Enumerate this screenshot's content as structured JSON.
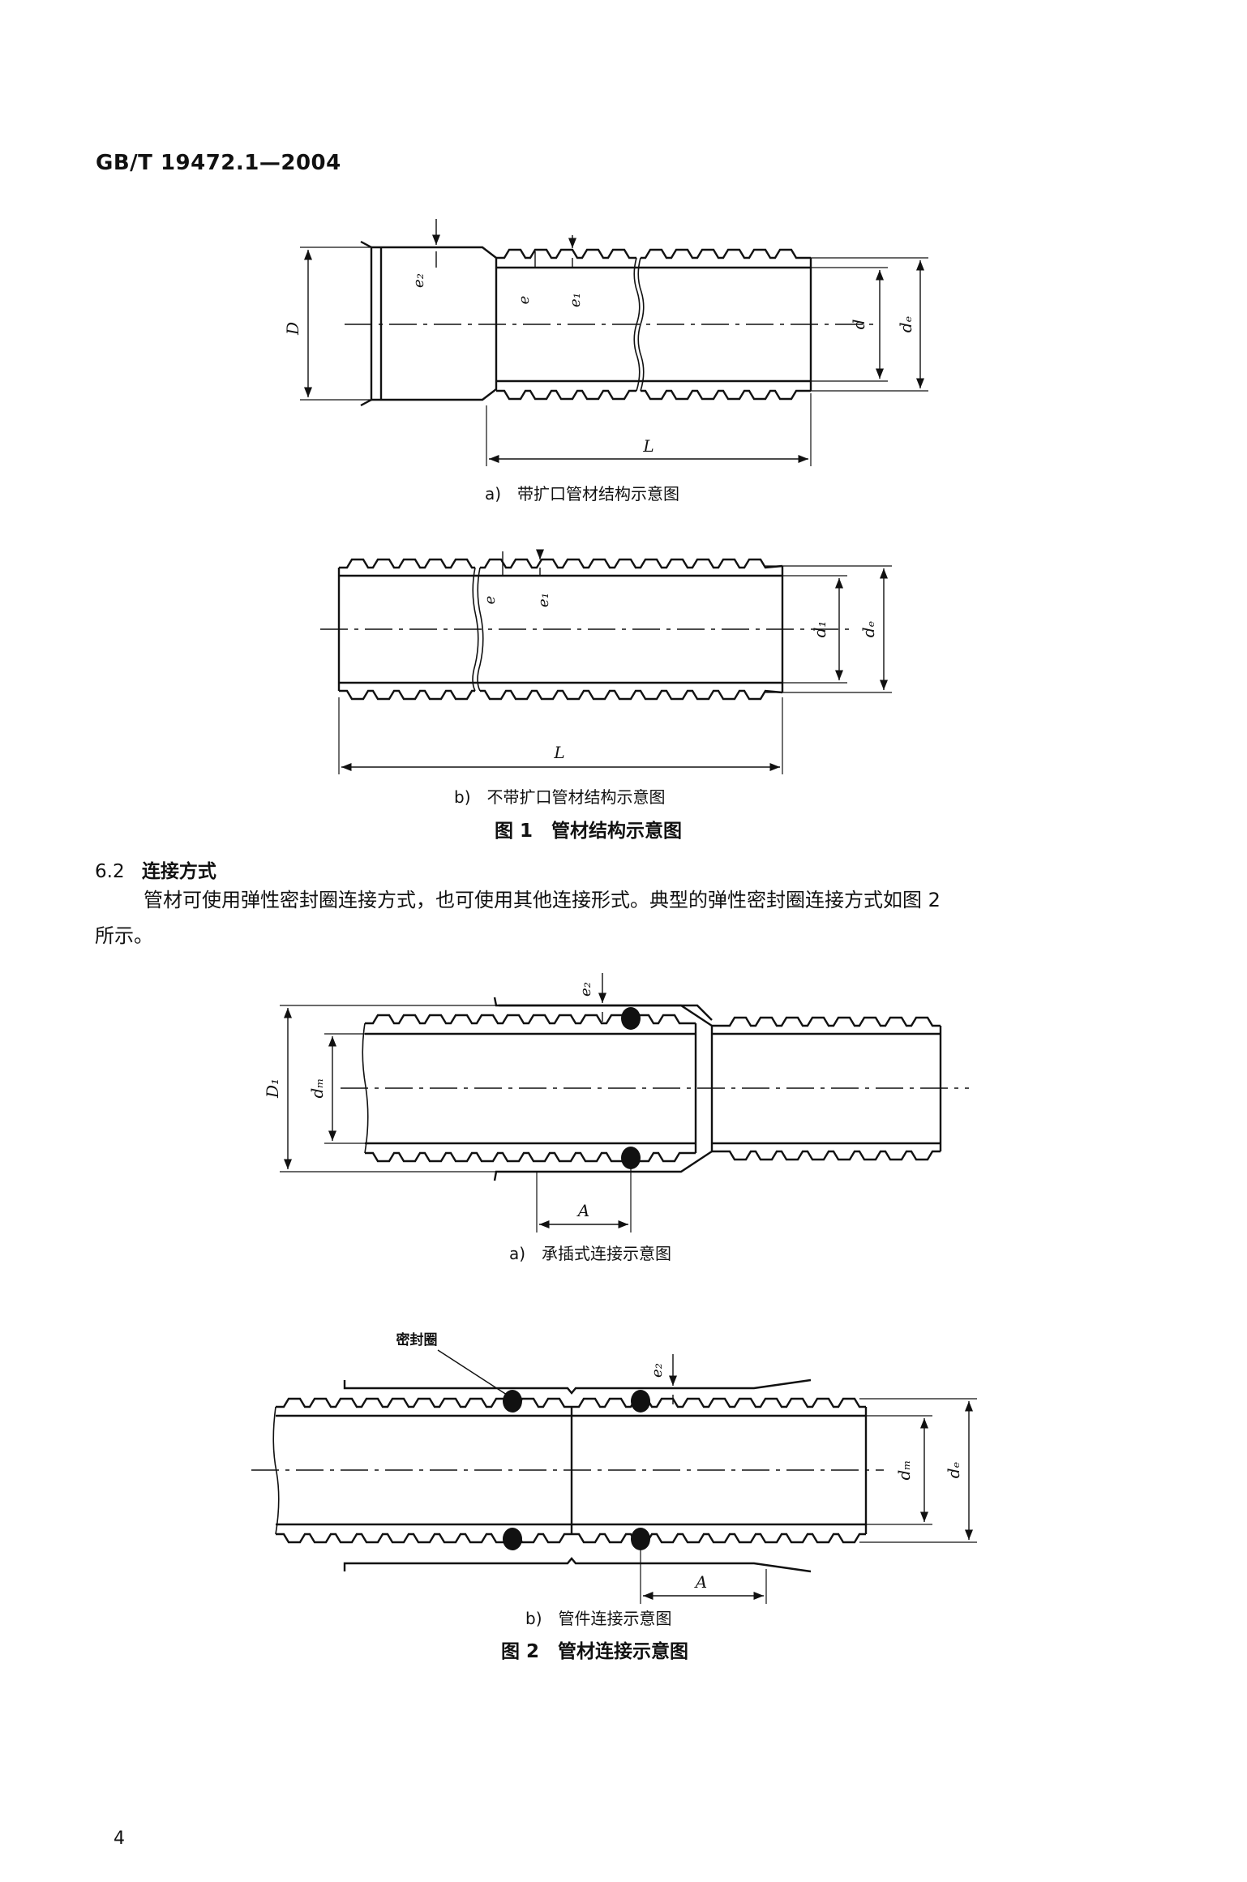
{
  "header": {
    "standard_no": "GB/T 19472.1—2004"
  },
  "figure1": {
    "a": {
      "caption": "a)　带扩口管材结构示意图",
      "labels": {
        "D": "D",
        "e2": "e₂",
        "e": "e",
        "e1": "e₁",
        "d": "d",
        "de": "dₑ",
        "L": "L"
      }
    },
    "b": {
      "caption": "b)　不带扩口管材结构示意图",
      "labels": {
        "e": "e",
        "e1": "e₁",
        "d1": "d₁",
        "de": "dₑ",
        "L": "L"
      }
    },
    "title": "图 1　管材结构示意图"
  },
  "section": {
    "number": "6.2",
    "heading": "连接方式",
    "paragraph_line1": "管材可使用弹性密封圈连接方式，也可使用其他连接形式。典型的弹性密封圈连接方式如图 2",
    "paragraph_line2": "所示。"
  },
  "figure2": {
    "a": {
      "caption": "a)　承插式连接示意图",
      "labels": {
        "e2": "e₂",
        "D1": "D₁",
        "dm": "dₘ",
        "A": "A"
      }
    },
    "b": {
      "caption": "b)　管件连接示意图",
      "labels": {
        "seal": "密封圈",
        "e2": "e₂",
        "dm": "dₘ",
        "de": "dₑ",
        "A": "A"
      }
    },
    "title": "图 2　管材连接示意图"
  },
  "page_number": "4"
}
